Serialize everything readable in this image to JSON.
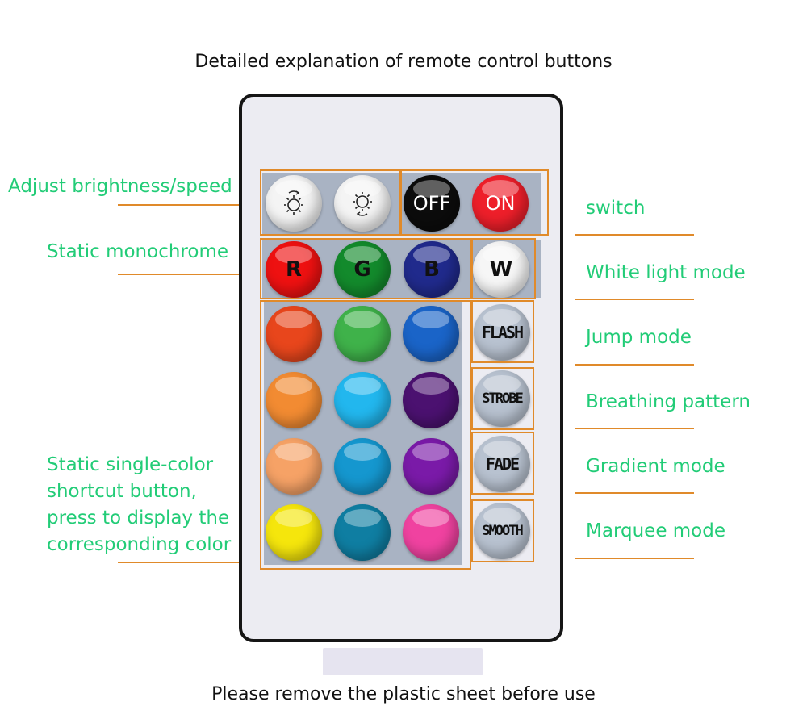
{
  "title": "Detailed explanation of remote control buttons",
  "footer": "Please remove the plastic sheet before use",
  "buttons": {
    "off": "OFF",
    "on": "ON",
    "r": "R",
    "g": "G",
    "b": "B",
    "w": "W",
    "flash": "FLASH",
    "strobe": "STROBE",
    "fade": "FADE",
    "smooth": "SMOOTH"
  },
  "icons": {
    "brightness_up": "sun-arrow-up-icon",
    "brightness_down": "sun-arrow-down-icon"
  },
  "labels": {
    "brightness": "Adjust brightness/speed",
    "static_mono": "Static monochrome",
    "shortcut_line1": "Static single-color",
    "shortcut_line2": "shortcut button,",
    "shortcut_line3": "press to display the",
    "shortcut_line4": "corresponding color",
    "switch": "switch",
    "white_light": "White light mode",
    "jump": "Jump mode",
    "breathing": "Breathing pattern",
    "gradient": "Gradient mode",
    "marquee": "Marquee mode"
  },
  "colors": {
    "accent_orange": "#e08a2a",
    "label_green": "#22cc77",
    "color_grid": [
      [
        "#e8461c",
        "#3fb24a",
        "#1a64c8"
      ],
      [
        "#f28b32",
        "#22b7ee",
        "#4b1170"
      ],
      [
        "#f6a266",
        "#1597cf",
        "#7a1aa8"
      ],
      [
        "#f5e60c",
        "#0f7ea2",
        "#f042a0"
      ]
    ]
  }
}
